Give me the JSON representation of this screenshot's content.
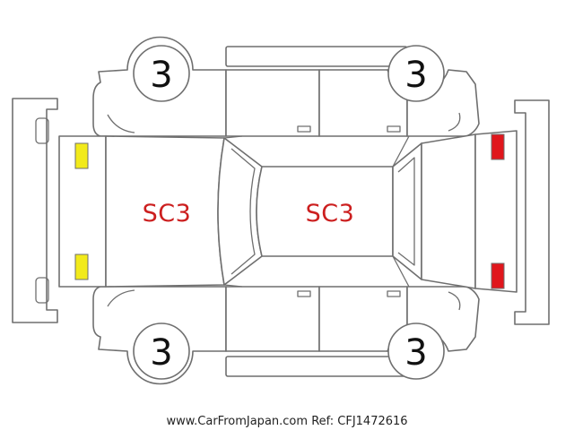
{
  "wheels": {
    "front_left": "3",
    "rear_left": "3",
    "front_right": "3",
    "rear_right": "3"
  },
  "panels": {
    "hood": "SC3",
    "roof": "SC3"
  },
  "lamp_colors": {
    "front": "#f2ea1a",
    "rear": "#e0161c"
  },
  "watermark": {
    "site": "www.CarFromJapan.com",
    "ref": "Ref: CFJ1472616"
  }
}
